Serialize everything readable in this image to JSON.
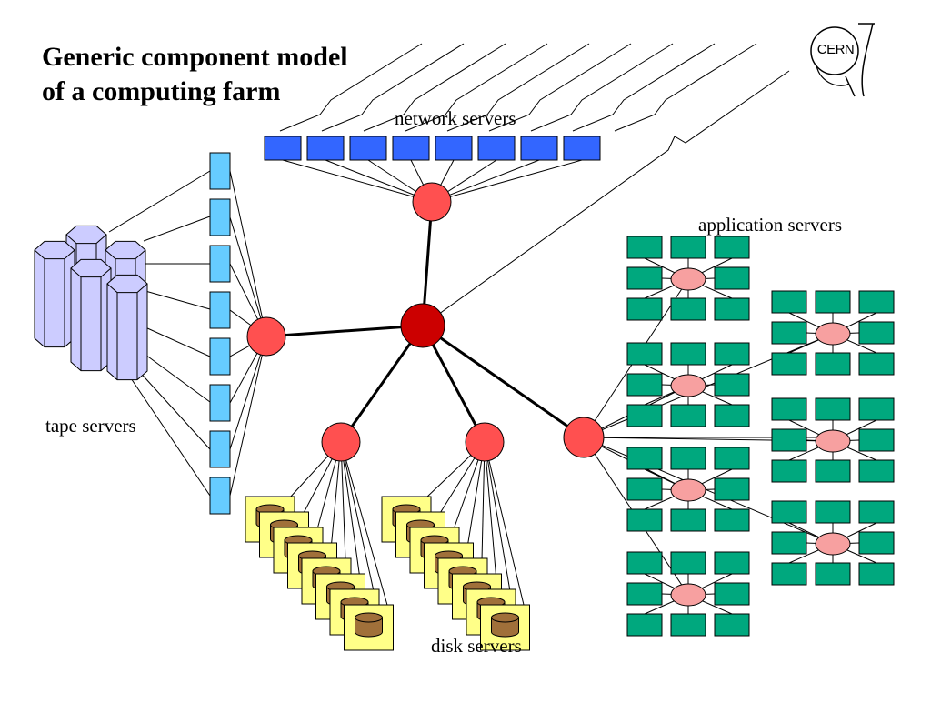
{
  "title": {
    "line1": "Generic component model",
    "line2": "of a computing farm"
  },
  "labels": {
    "network_servers": "network servers",
    "application_servers": "application servers",
    "tape_servers": "tape servers",
    "disk_servers": "disk servers"
  },
  "logo": {
    "text": "CERN"
  },
  "colors": {
    "network_server": "#3366ff",
    "tape_box": "#66ccff",
    "silo": "#ccccff",
    "disk_box": "#ffff88",
    "disk_drum": "#a0703a",
    "app_server": "#00a87e",
    "switch": "#ff5050",
    "core_switch": "#cc0000",
    "app_switch": "#f7a0a0"
  },
  "counts": {
    "network_servers": 8,
    "tape_boxes": 8,
    "silos": 5,
    "disk_units_per_group": 8,
    "app_clusters": 7
  }
}
